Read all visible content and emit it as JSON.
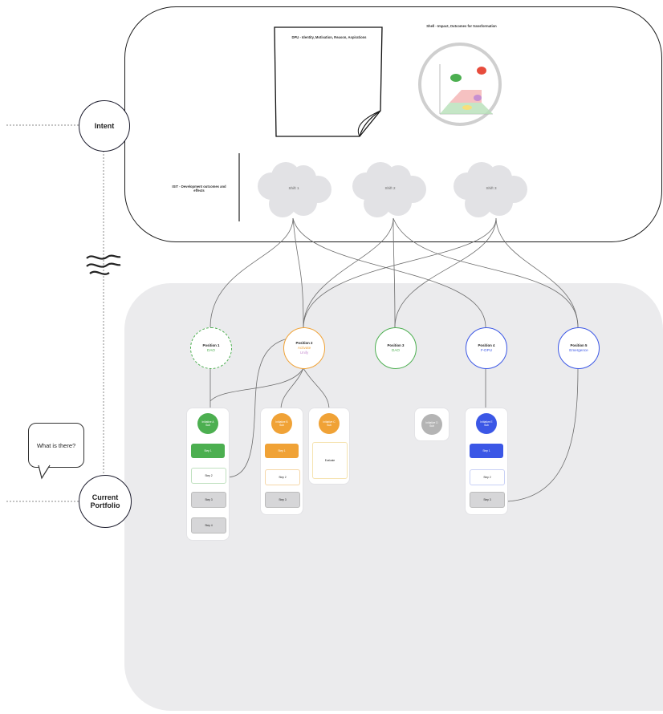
{
  "intent": {
    "label": "Intent"
  },
  "portfolio": {
    "label": "Current Portfolio"
  },
  "question": {
    "text": "What is there?"
  },
  "documents": {
    "note_title": "DPU - Identity, Motivation, Reason, Aspirations",
    "chart_title": "Shell - Impact, Outcomes for transformation",
    "pillars_label": "ISIT - Development outcomes and effects"
  },
  "clouds": [
    {
      "label": "Shift 1"
    },
    {
      "label": "Shift 2"
    },
    {
      "label": "Shift 3"
    }
  ],
  "positions": [
    {
      "title": "Position 1",
      "sub": "DAO",
      "color": "#4caf50",
      "dashed": true
    },
    {
      "title": "Position 2",
      "sub": "Activate",
      "sub2": "Unify",
      "color": "#f0a236",
      "dashed": false
    },
    {
      "title": "Position 3",
      "sub": "DAO",
      "color": "#4caf50",
      "dashed": false
    },
    {
      "title": "Position 4",
      "sub": "F-DPU",
      "color": "#3b57e6",
      "dashed": false
    },
    {
      "title": "Position 5",
      "sub": "Emergence",
      "color": "#3b57e6",
      "dashed": false
    }
  ],
  "cards": [
    {
      "dot": "Initiative A",
      "dot_sub": "Sub",
      "steps": [
        "Step 1",
        "Step 2",
        "Step 3",
        "Step 4"
      ]
    },
    {
      "dot": "Initiative B",
      "dot_sub": "Sub",
      "steps": [
        "Step 1",
        "Step 2",
        "Step 3"
      ]
    },
    {
      "dot": "Initiative C",
      "dot_sub": "Sub",
      "steps": [
        "Evaluate"
      ]
    },
    {
      "dot": "Initiative D",
      "dot_sub": "Sub",
      "steps": []
    },
    {
      "dot": "Initiative E",
      "dot_sub": "Sub",
      "steps": [
        "Step 1",
        "Step 2",
        "Step 3"
      ]
    }
  ],
  "colors": {
    "green": "#4caf50",
    "orange": "#f0a236",
    "blue": "#3b57e6",
    "grey": "#b4b4b4"
  }
}
